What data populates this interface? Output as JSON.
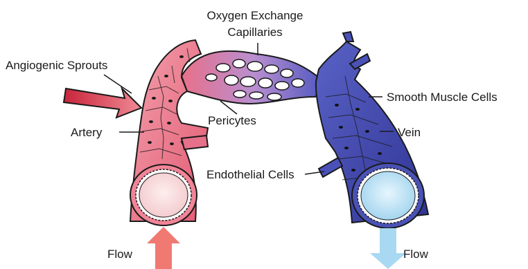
{
  "labels": {
    "oxygen_line1": "Oxygen Exchange",
    "oxygen_line2": "Capillaries",
    "angiogenic": "Angiogenic Sprouts",
    "smooth_muscle": "Smooth Muscle Cells",
    "pericytes": "Pericytes",
    "artery": "Artery",
    "vein": "Vein",
    "endothelial": "Endothelial Cells",
    "flow_left": "Flow",
    "flow_right": "Flow"
  },
  "colors": {
    "artery": "#e8647a",
    "artery_light": "#f4a7b2",
    "artery_lumen": "#fbe3e3",
    "vein": "#3a3fa0",
    "vein_light": "#5b63c8",
    "vein_lumen": "#bfe3f6",
    "capillary": "#8a6fc0",
    "flow_in_arrow": "#f07a72",
    "flow_out_arrow": "#a9d9f2",
    "sprout": "#d93a4a",
    "outline": "#1a1a1a"
  }
}
